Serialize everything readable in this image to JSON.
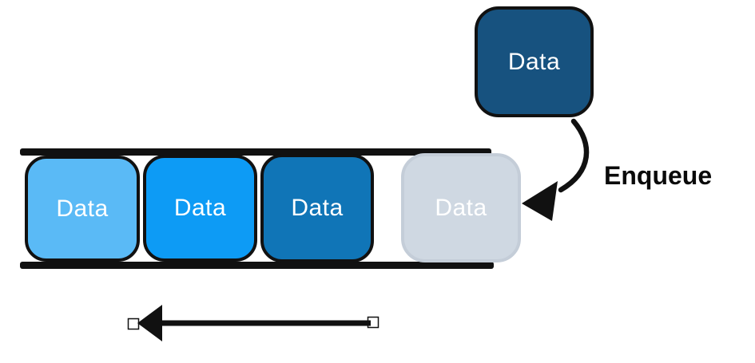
{
  "colors": {
    "background": "#FFFFFF",
    "ink": "#111111"
  },
  "queue": {
    "rail_color": "#111111",
    "blocks": [
      {
        "label": "Data",
        "fill": "#5ABAF6",
        "text_color": "#FFFFFF",
        "border_color": "#111111"
      },
      {
        "label": "Data",
        "fill": "#0D9BF5",
        "text_color": "#FFFFFF",
        "border_color": "#111111"
      },
      {
        "label": "Data",
        "fill": "#1075B7",
        "text_color": "#FFFFFF",
        "border_color": "#111111"
      },
      {
        "label": "Data",
        "fill": "#CFD8E2",
        "text_color": "#FFFFFF",
        "border_color": "#C4CDD8"
      }
    ]
  },
  "incoming": {
    "label": "Data",
    "fill": "#17527F",
    "text_color": "#FFFFFF",
    "border_color": "#111111"
  },
  "enqueue": {
    "label": "Enqueue",
    "text_color": "#0A0A0A"
  },
  "arrows": {
    "color": "#111111",
    "handle_fill": "#FFFFFF"
  }
}
